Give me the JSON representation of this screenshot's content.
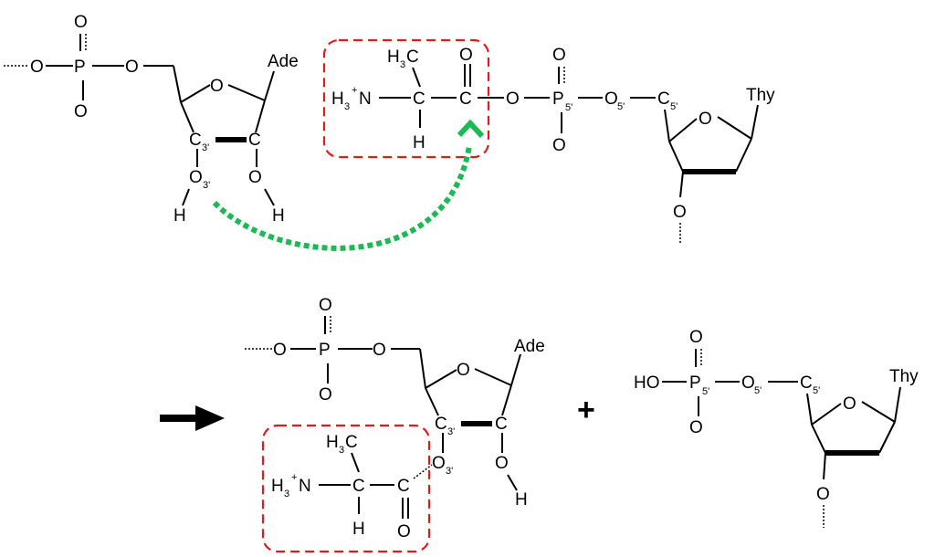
{
  "atoms": {
    "P": "P",
    "O": "O",
    "C": "C",
    "H": "H",
    "N": "N",
    "HO": "HO"
  },
  "labels": {
    "ade": "Ade",
    "thy": "Thy",
    "h3c": "H",
    "h3c_3": "3",
    "h3c_c": "C",
    "h3n": "H",
    "h3n_3": "3",
    "h3n_plus": "+",
    "h3n_n": "N",
    "sub_3p": "3'",
    "sub_5p": "5'"
  },
  "symbols": {
    "plus": "+"
  },
  "colors": {
    "box": "#e01b1b",
    "attack_arrow": "#1db954",
    "reaction_arrow": "#000000"
  },
  "icons": {
    "attack_arrow": "curved-dotted-arrow",
    "reaction_arrow": "right-arrow"
  }
}
